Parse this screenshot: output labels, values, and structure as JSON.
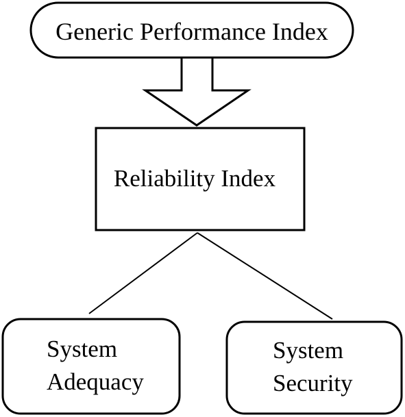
{
  "diagram": {
    "top_node": {
      "label": "Generic Performance Index"
    },
    "middle_node": {
      "label": "Reliability Index"
    },
    "left_node": {
      "line1": "System",
      "line2": "Adequacy"
    },
    "right_node": {
      "line1": "System",
      "line2": "Security"
    }
  },
  "colors": {
    "stroke": "#000000",
    "fill": "#ffffff",
    "text": "#000000"
  }
}
